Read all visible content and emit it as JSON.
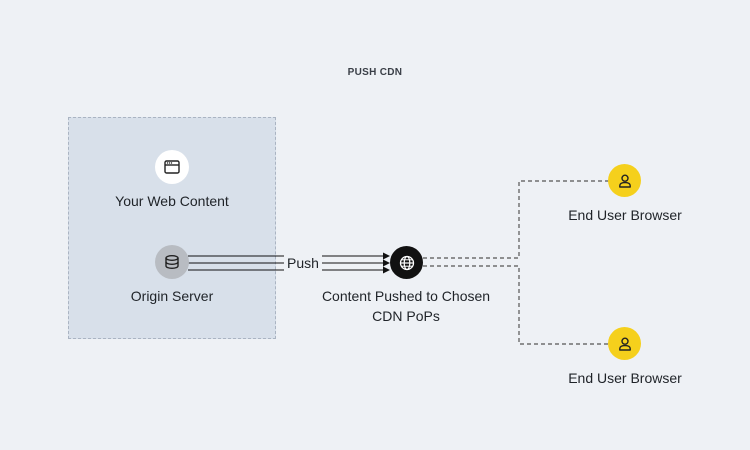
{
  "diagram": {
    "title": "PUSH CDN",
    "web_content_label": "Your Web Content",
    "origin_label": "Origin Server",
    "push_label": "Push",
    "pop_label_line1": "Content Pushed to Chosen",
    "pop_label_line2": "CDN PoPs",
    "user_top_label": "End User Browser",
    "user_bottom_label": "End User Browser"
  },
  "colors": {
    "background": "#eef1f5",
    "origin_box": "#d8e0ea",
    "user_icon": "#f5d01c",
    "pop_icon": "#111111",
    "server_icon": "#b8bcc2"
  },
  "icons": {
    "web_content": "browser-window-icon",
    "origin": "database-icon",
    "pop": "globe-icon",
    "user": "user-icon"
  }
}
